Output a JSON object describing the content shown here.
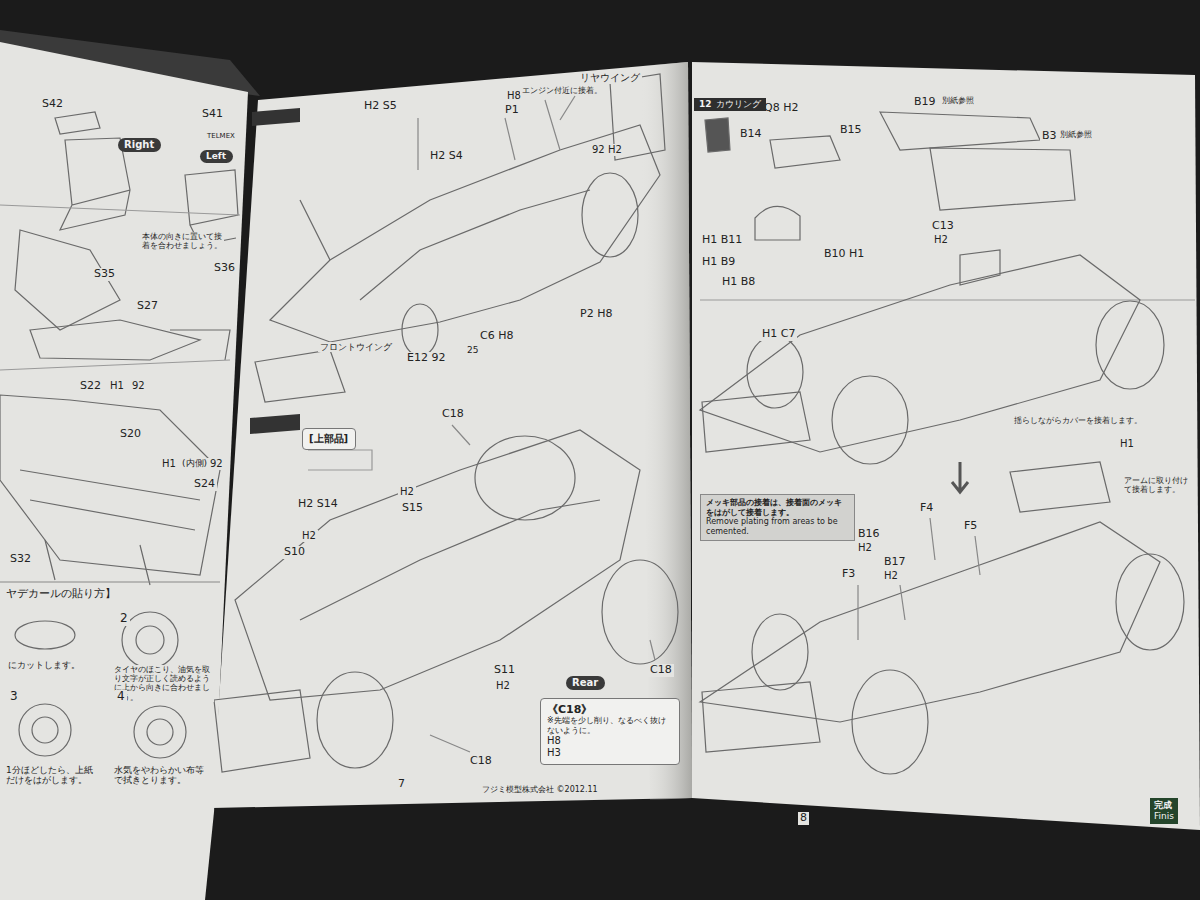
{
  "diagram": {
    "nodes": [
      {
        "text": [
          "Right"
        ]
      },
      {
        "text": [
          "Left"
        ]
      },
      {
        "text": [
          "[上部品]"
        ]
      },
      {
        "text": [
          "Rear"
        ]
      },
      {
        "text": [
          "《C18》",
          "※先端を少し削り、なるべく抜けないように。",
          "H8",
          "H3"
        ]
      },
      {
        "text": [
          "12",
          "カウリング"
        ]
      },
      {
        "text": [
          "メッキ部品の接着は、接着面のメッキをはがして接着します。",
          "Remove plating from areas to be cemented."
        ]
      },
      {
        "text": [
          "完成",
          "Finis"
        ]
      }
    ],
    "labels": [
      "S42",
      "S41",
      "TELMEX",
      "S35",
      "本体の向きに置いて接着を合わせましょう。",
      "S36",
      "S27",
      "S22",
      "H1",
      "92",
      "S20",
      "H1",
      "(内側)",
      "92",
      "S24",
      "S32",
      "ヤデカールの貼り方】",
      "2",
      "にカットします。",
      "タイヤのほこり、油気を取り文字が正しく読めるように上から向きに合わせましょう。",
      "3",
      "4",
      "1分ほどしたら、上紙だけをはがします。",
      "水気をやわらかい布等で拭きとります。",
      "H2 S5",
      "H8",
      "P1",
      "リヤウイング",
      "エンジン付近に接着。",
      "H2 S4",
      "92 H2",
      "P2 H8",
      "C6 H8",
      "E12 92",
      "フロントウイング",
      "25",
      "C18",
      "H2 S14",
      "H2",
      "S15",
      "H2",
      "S10",
      "C18",
      "S11",
      "H2",
      "C18",
      "7",
      "フジミ模型株式会社 ©2012.11",
      "Q8 H2",
      "B14",
      "B15",
      "B19",
      "別紙参照",
      "B3",
      "別紙参照",
      "C13",
      "H2",
      "H1 B11",
      "H1 B9",
      "B10 H1",
      "H1 B8",
      "H1 C7",
      "揺らしながらカバーを接着します。",
      "H1",
      "アームに取り付けて接着します。",
      "F4",
      "F5",
      "B16",
      "H2",
      "B17",
      "H2",
      "F3",
      "8"
    ]
  }
}
